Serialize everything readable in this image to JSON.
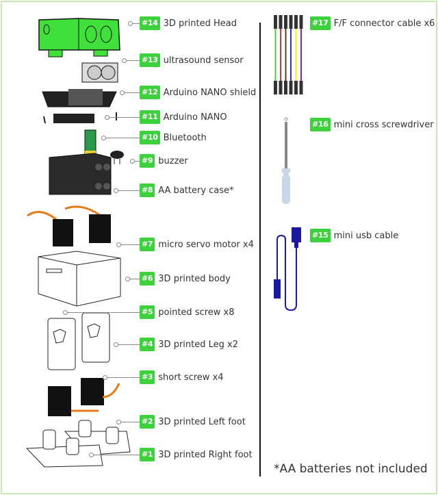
{
  "title": "Robot kit parts list",
  "parts": [
    {
      "badge": "#14",
      "label": "3D printed Head"
    },
    {
      "badge": "#13",
      "label": "ultrasound sensor"
    },
    {
      "badge": "#12",
      "label": "Arduino NANO shield"
    },
    {
      "badge": "#11",
      "label": "Arduino NANO"
    },
    {
      "badge": "#10",
      "label": "Bluetooth"
    },
    {
      "badge": "#9",
      "label": "buzzer"
    },
    {
      "badge": "#8",
      "label": "AA battery case*"
    },
    {
      "badge": "#7",
      "label": "micro servo motor x4"
    },
    {
      "badge": "#6",
      "label": "3D printed body"
    },
    {
      "badge": "#5",
      "label": "pointed screw x8"
    },
    {
      "badge": "#4",
      "label": "3D printed Leg x2"
    },
    {
      "badge": "#3",
      "label": "short screw x4"
    },
    {
      "badge": "#2",
      "label": "3D printed Left foot"
    },
    {
      "badge": "#1",
      "label": "3D printed Right foot"
    }
  ],
  "accessories": [
    {
      "badge": "#17",
      "label": "F/F connector cable x6"
    },
    {
      "badge": "#16",
      "label": "mini cross screwdriver"
    },
    {
      "badge": "#15",
      "label": "mini usb cable"
    }
  ],
  "cable_colors": [
    "#4ccc2a",
    "#e8332b",
    "#5a3a1a",
    "#2a3aa8",
    "#f2ee1a",
    "#7a2aa8"
  ],
  "colors": {
    "badge": "#3dd13d",
    "head": "#3fe03a",
    "usb": "#1a1aa0",
    "screwdriver_handle": "#c8d6ea"
  },
  "footnote": "*AA batteries not included"
}
